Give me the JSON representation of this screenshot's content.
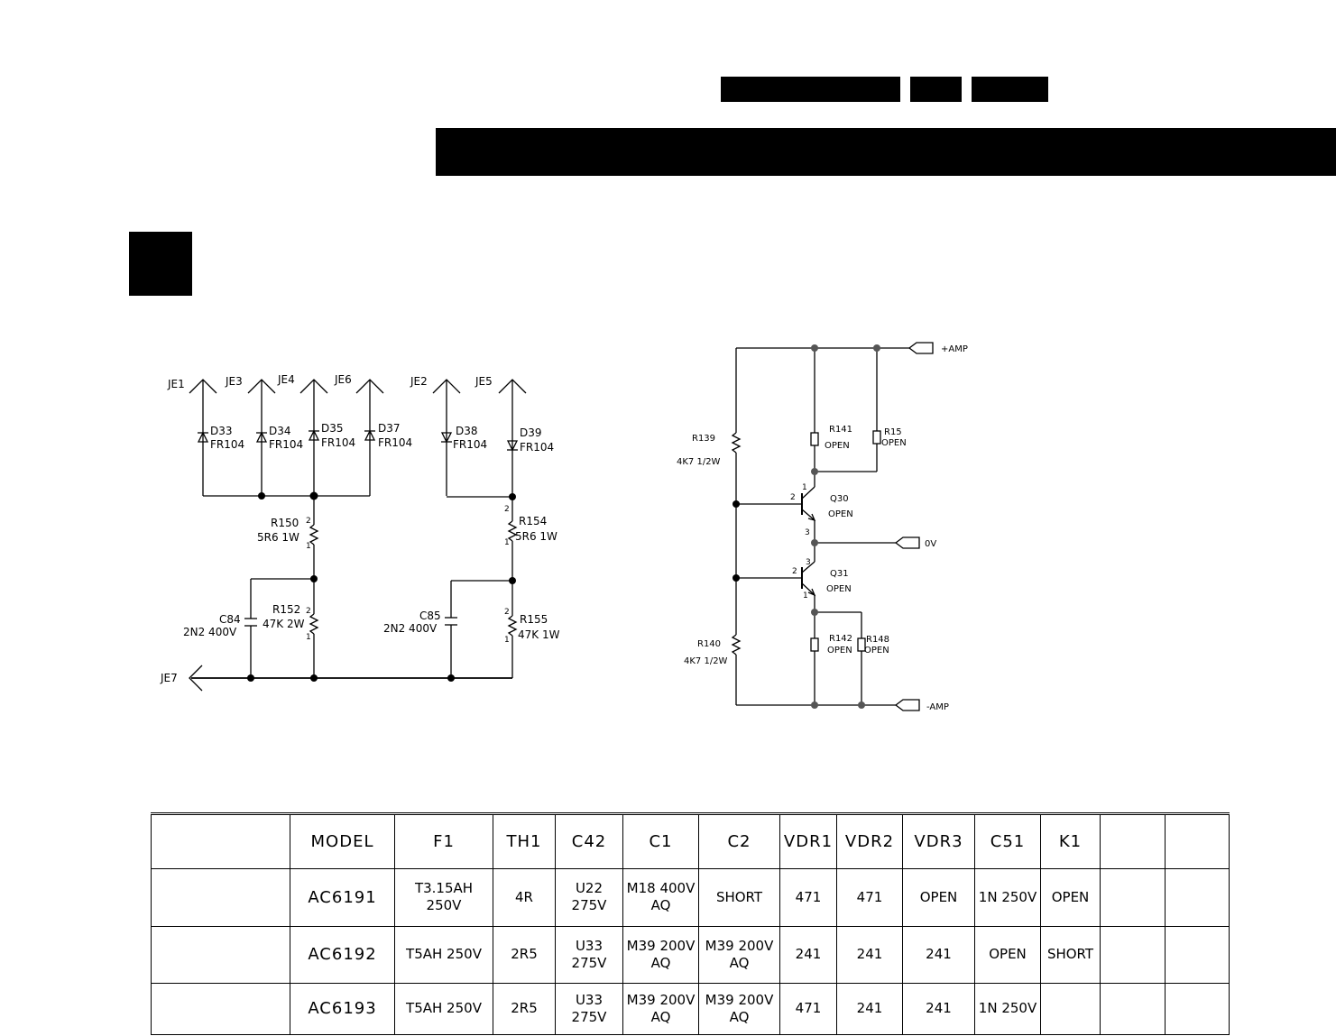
{
  "diagram": {
    "left_circuit": {
      "connectors": {
        "je1": "JE1",
        "je3": "JE3",
        "je4": "JE4",
        "je6": "JE6",
        "je2": "JE2",
        "je5": "JE5",
        "je7": "JE7"
      },
      "diodes": [
        {
          "ref": "D33",
          "value": "FR104"
        },
        {
          "ref": "D34",
          "value": "FR104"
        },
        {
          "ref": "D35",
          "value": "FR104"
        },
        {
          "ref": "D37",
          "value": "FR104"
        },
        {
          "ref": "D38",
          "value": "FR104"
        },
        {
          "ref": "D39",
          "value": "FR104"
        }
      ],
      "resistors": [
        {
          "ref": "R150",
          "value": "5R6 1W"
        },
        {
          "ref": "R152",
          "value": "47K 2W"
        },
        {
          "ref": "R154",
          "value": "5R6 1W"
        },
        {
          "ref": "R155",
          "value": "47K 1W"
        }
      ],
      "capacitors": [
        {
          "ref": "C84",
          "value": "2N2 400V"
        },
        {
          "ref": "C85",
          "value": "2N2 400V"
        }
      ],
      "pin_1": "1",
      "pin_2": "2"
    },
    "right_circuit": {
      "nets": {
        "plus_amp": "+AMP",
        "zero_v": "0V",
        "minus_amp": "-AMP"
      },
      "resistors": [
        {
          "ref": "R139",
          "value": "4K7 1/2W"
        },
        {
          "ref": "R140",
          "value": "4K7 1/2W"
        },
        {
          "ref": "R141",
          "value": "OPEN"
        },
        {
          "ref": "R15",
          "value": "OPEN"
        },
        {
          "ref": "R142",
          "value": "OPEN"
        },
        {
          "ref": "R148",
          "value": "OPEN"
        }
      ],
      "transistors": [
        {
          "ref": "Q30",
          "value": "OPEN"
        },
        {
          "ref": "Q31",
          "value": "OPEN"
        }
      ],
      "pin_1": "1",
      "pin_2": "2",
      "pin_3": "3"
    }
  },
  "table": {
    "headers": [
      "",
      "MODEL",
      "F1",
      "TH1",
      "C42",
      "C1",
      "C2",
      "VDR1",
      "VDR2",
      "VDR3",
      "C51",
      "K1",
      "",
      ""
    ],
    "rows": [
      [
        "",
        "AC6191",
        "T3.15AH\n250V",
        "4R",
        "U22\n275V",
        "M18 400V\nAQ",
        "SHORT",
        "471",
        "471",
        "OPEN",
        "1N 250V",
        "OPEN",
        "",
        ""
      ],
      [
        "",
        "AC6192",
        "T5AH 250V",
        "2R5",
        "U33\n275V",
        "M39 200V\nAQ",
        "M39 200V\nAQ",
        "241",
        "241",
        "241",
        "OPEN",
        "SHORT",
        "",
        ""
      ],
      [
        "",
        "AC6193",
        "T5AH 250V",
        "2R5",
        "U33\n275V",
        "M39 200V\nAQ",
        "M39 200V\nAQ",
        "471",
        "241",
        "241",
        "1N 250V",
        "",
        "",
        ""
      ]
    ]
  }
}
